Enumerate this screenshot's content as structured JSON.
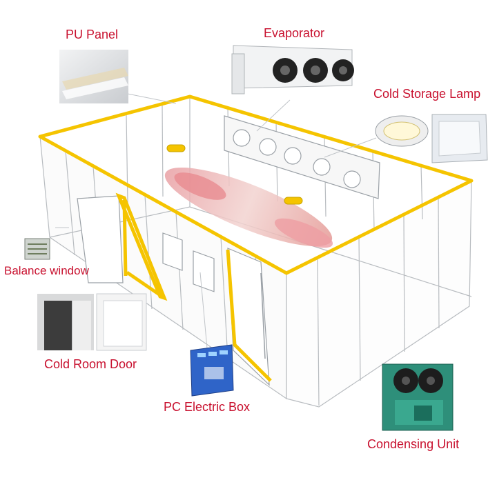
{
  "labels": {
    "pu_panel": "PU Panel",
    "evaporator": "Evaporator",
    "cold_storage_lamp": "Cold Storage Lamp",
    "balance_window": "Balance window",
    "cold_room_door": "Cold Room Door",
    "pc_electric_box": "PC Electric Box",
    "condensing_unit": "Condensing Unit"
  },
  "colors": {
    "label_text": "#c8102e",
    "frame_accent": "#f5c400",
    "outline": "#b8bcc0",
    "unit_green": "#2e8f7a",
    "box_blue": "#2f64c8"
  }
}
